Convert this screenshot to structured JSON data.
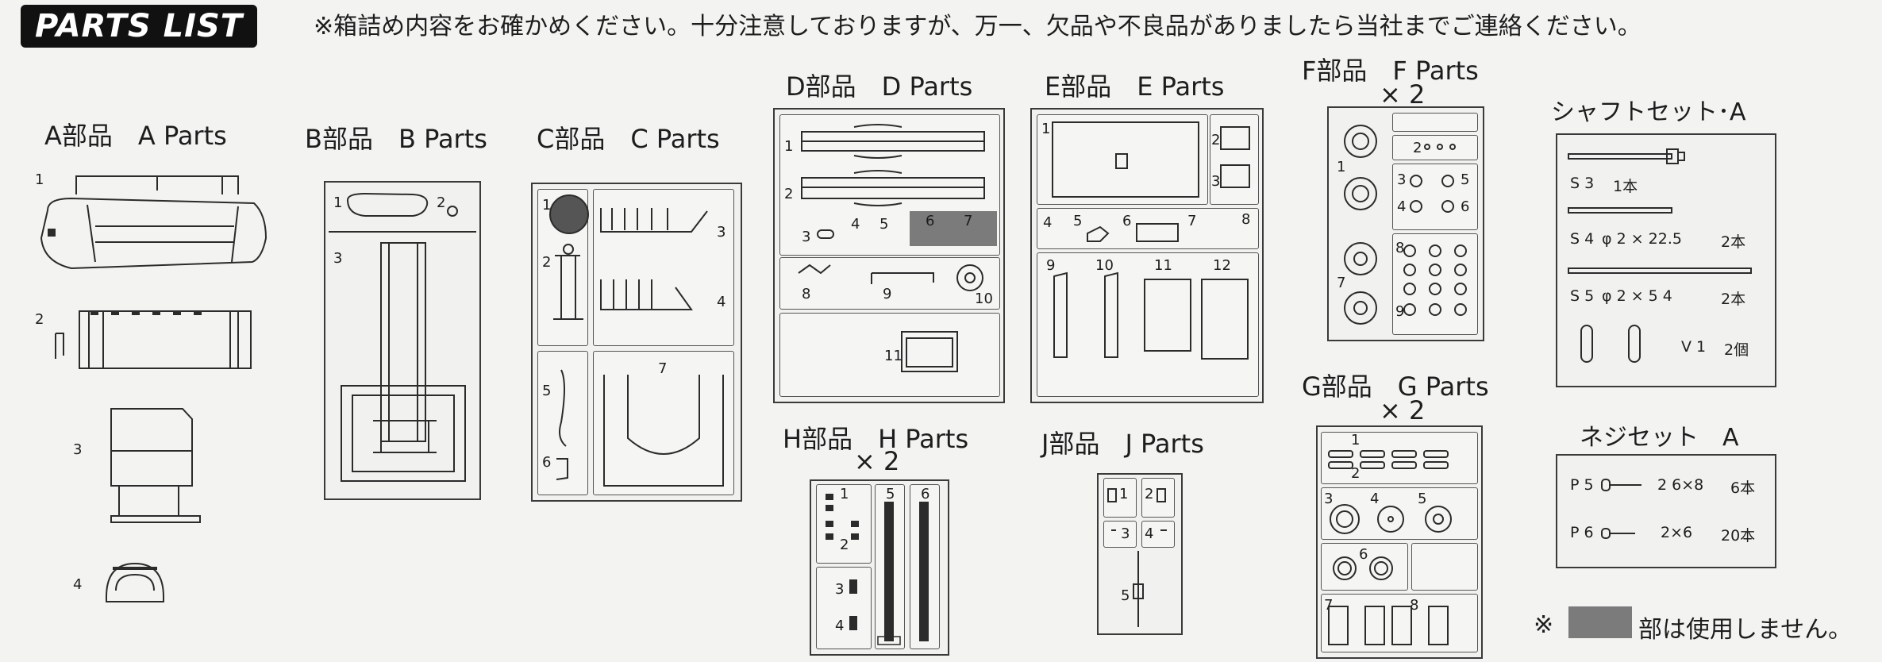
{
  "header": {
    "badge": "PARTS LIST",
    "notice": "※箱詰め内容をお確かめください。十分注意しておりますが、万一、欠品や不良品がありましたら当社までご連絡ください。"
  },
  "groups": {
    "a": {
      "label": "A部品　A Parts",
      "nums": [
        "1",
        "2",
        "3",
        "4"
      ]
    },
    "b": {
      "label": "B部品　B Parts",
      "nums": [
        "1",
        "2",
        "3"
      ]
    },
    "c": {
      "label": "C部品　C Parts",
      "nums": [
        "1",
        "2",
        "3",
        "4",
        "5",
        "6",
        "7"
      ]
    },
    "d": {
      "label": "D部品　D Parts",
      "nums": [
        "1",
        "2",
        "3",
        "4",
        "5",
        "6",
        "7",
        "8",
        "9",
        "10",
        "11"
      ]
    },
    "e": {
      "label": "E部品　E Parts",
      "nums": [
        "1",
        "2",
        "3",
        "4",
        "5",
        "6",
        "7",
        "8",
        "9",
        "10",
        "11",
        "12"
      ]
    },
    "f": {
      "label": "F部品　F Parts",
      "mult": "× 2",
      "nums": [
        "1",
        "2",
        "3",
        "4",
        "5",
        "6",
        "7",
        "8",
        "9"
      ]
    },
    "g": {
      "label": "G部品　G Parts",
      "mult": "× 2",
      "nums": [
        "1",
        "2",
        "3",
        "4",
        "5",
        "6",
        "7",
        "8"
      ]
    },
    "h": {
      "label": "H部品　H Parts",
      "mult": "× 2",
      "nums": [
        "1",
        "2",
        "3",
        "4",
        "5",
        "6"
      ]
    },
    "j": {
      "label": "J部品　J Parts",
      "nums": [
        "1",
        "2",
        "3",
        "4",
        "5"
      ]
    }
  },
  "shaft_set": {
    "title": "シャフトセット･A",
    "rows": [
      {
        "code": "S 3",
        "spec": "1本",
        "qty": ""
      },
      {
        "code": "S 4",
        "spec": "φ 2 × 22.5",
        "qty": "2本"
      },
      {
        "code": "S 5",
        "spec": "φ 2 × 5 4",
        "qty": "2本"
      },
      {
        "code": "V 1",
        "spec": "",
        "qty": "2個"
      }
    ]
  },
  "screw_set": {
    "title": "ネジセット　A",
    "rows": [
      {
        "code": "P 5",
        "spec": "2 6×8",
        "qty": "6本"
      },
      {
        "code": "P 6",
        "spec": "2×6",
        "qty": "20本"
      }
    ]
  },
  "footnote": {
    "prefix": "※",
    "text": "部は使用しません。"
  },
  "colors": {
    "unused_fill": "#7b7b7b",
    "line": "#3a3a3a"
  }
}
